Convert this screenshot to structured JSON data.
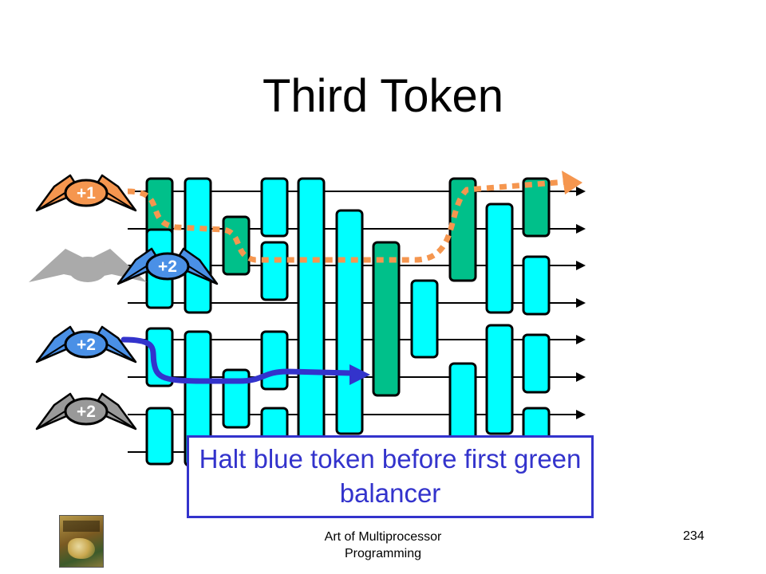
{
  "slide": {
    "title": "Third Token",
    "callout_text": "Halt blue token before first green balancer",
    "footer_text": "Art of Multiprocessor Programming",
    "page_number": "234"
  },
  "tokens": [
    {
      "id": "orange-token",
      "label": "+1",
      "color": "#f5964f"
    },
    {
      "id": "blue-token-top",
      "label": "+2",
      "color": "#4a90e6"
    },
    {
      "id": "blue-token-bottom",
      "label": "+2",
      "color": "#4a90e6"
    },
    {
      "id": "gray-token",
      "label": "+2",
      "color": "#999999"
    }
  ],
  "colors": {
    "balancer_idle": "#00ffff",
    "balancer_traversed": "#00c08a",
    "wire": "#000000",
    "orange_path": "#f5964f",
    "blue_path": "#3333cc",
    "callout_text": "#3333cc",
    "callout_border": "#3333cc",
    "ghost_token": "#aaaaaa"
  },
  "icons": {
    "book_cover": "book-cover-icon"
  }
}
